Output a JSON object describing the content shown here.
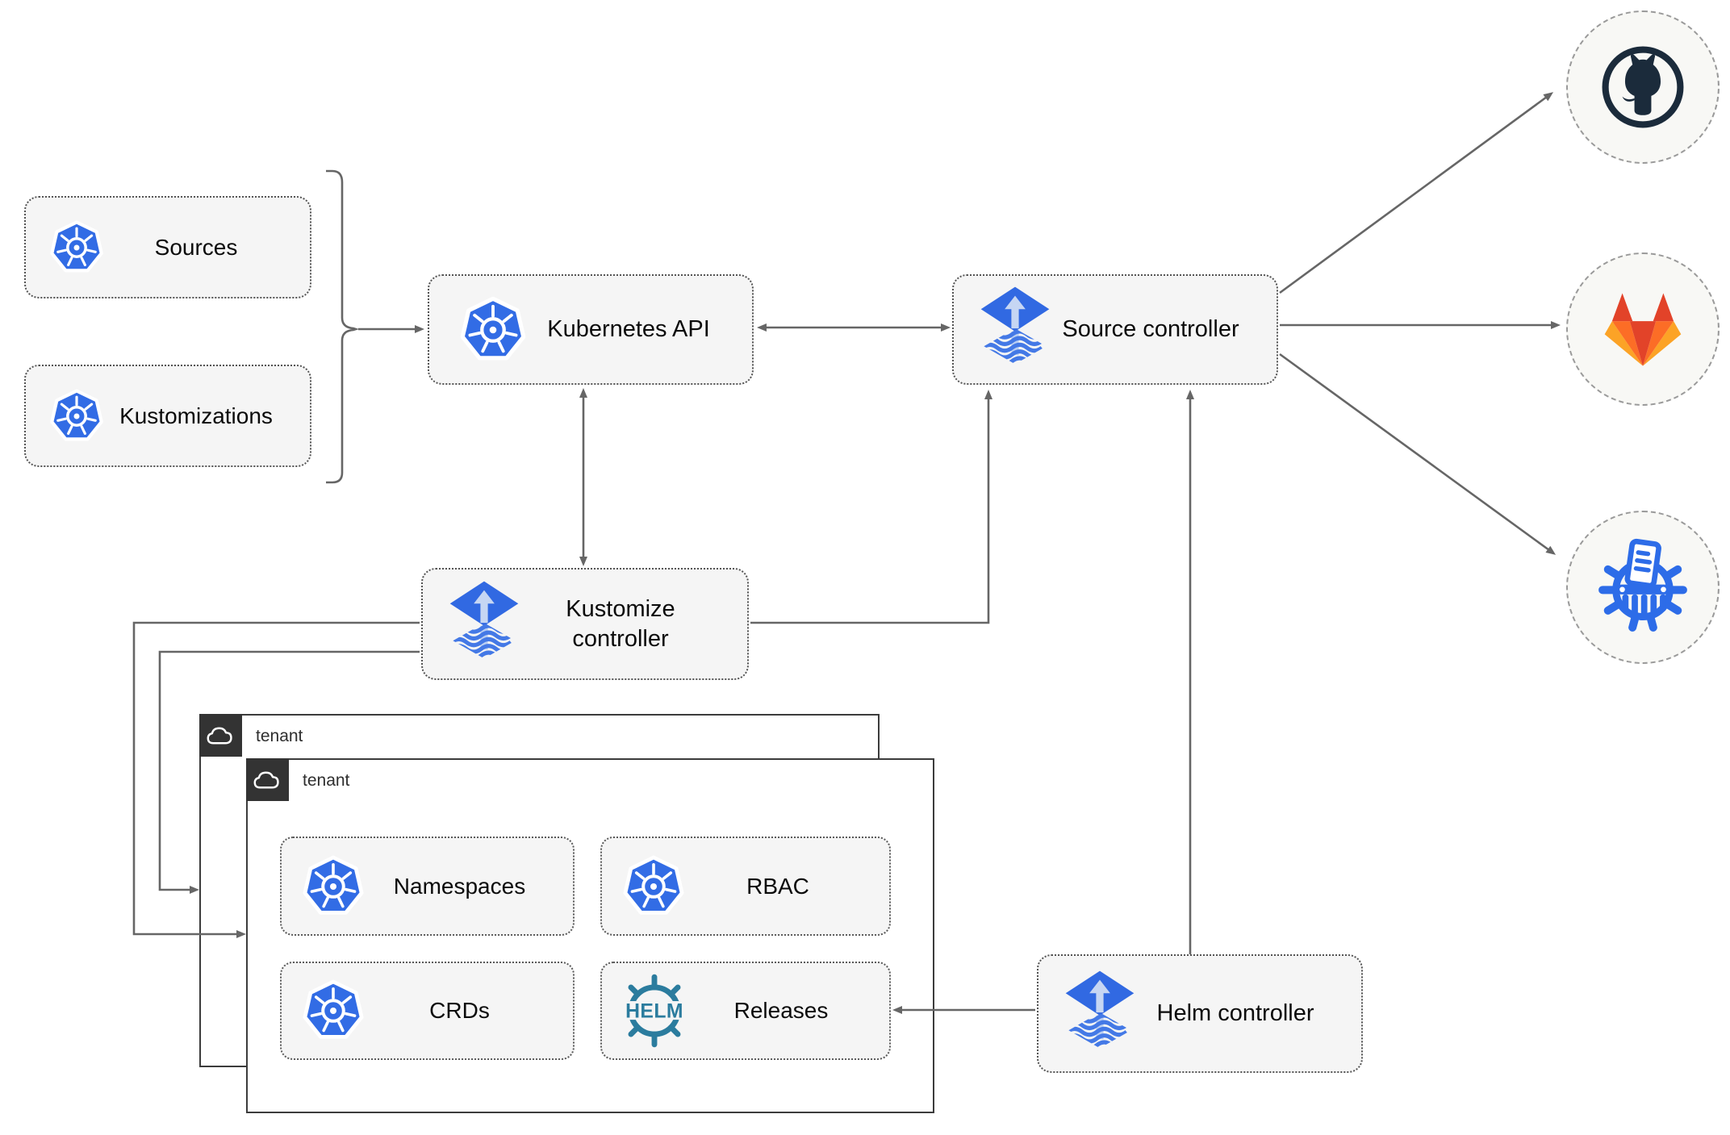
{
  "diagram": {
    "cluster_resources": [
      {
        "label": "Sources"
      },
      {
        "label": "Kustomizations"
      }
    ],
    "nodes": {
      "kubernetes_api": "Kubernetes API",
      "source_controller": "Source controller",
      "kustomize_controller": "Kustomize controller",
      "helm_controller": "Helm controller"
    },
    "tenants": [
      {
        "label": "tenant"
      },
      {
        "label": "tenant"
      }
    ],
    "tenant_resources": [
      {
        "label": "Namespaces"
      },
      {
        "label": "RBAC"
      },
      {
        "label": "CRDs"
      },
      {
        "label": "Releases"
      }
    ],
    "helm_logo_text": "HELM",
    "remotes": [
      {
        "icon": "github-icon"
      },
      {
        "icon": "gitlab-icon"
      },
      {
        "icon": "harbor-icon"
      }
    ],
    "colors": {
      "kubernetes_blue": "#326ce5",
      "flux_blue": "#3169e2",
      "flux_light": "#c6d6f3",
      "helm_teal": "#2b7c9e",
      "github_navy": "#1b2b3b",
      "gitlab_red": "#e24329",
      "gitlab_orange": "#fc6d26",
      "gitlab_amber": "#fca326",
      "harbor_blue": "#2d6ce8",
      "arrow_gray": "#666666",
      "node_fill": "#f5f5f5",
      "tenant_badge": "#333333"
    }
  }
}
